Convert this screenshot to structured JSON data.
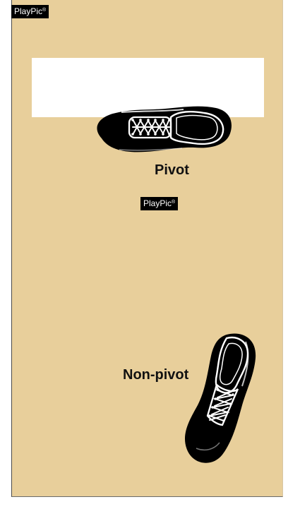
{
  "watermark": {
    "top": "PlayPic",
    "middle": "PlayPic",
    "mark": "®"
  },
  "labels": {
    "pivot": "Pivot",
    "non_pivot": "Non-pivot"
  },
  "colors": {
    "court": "#e8cf9b",
    "paint": "#ffffff",
    "shoe": "#000000",
    "text": "#111111"
  },
  "icons": {
    "pivot_foot": "sneaker-icon",
    "non_pivot_foot": "sneaker-icon"
  }
}
